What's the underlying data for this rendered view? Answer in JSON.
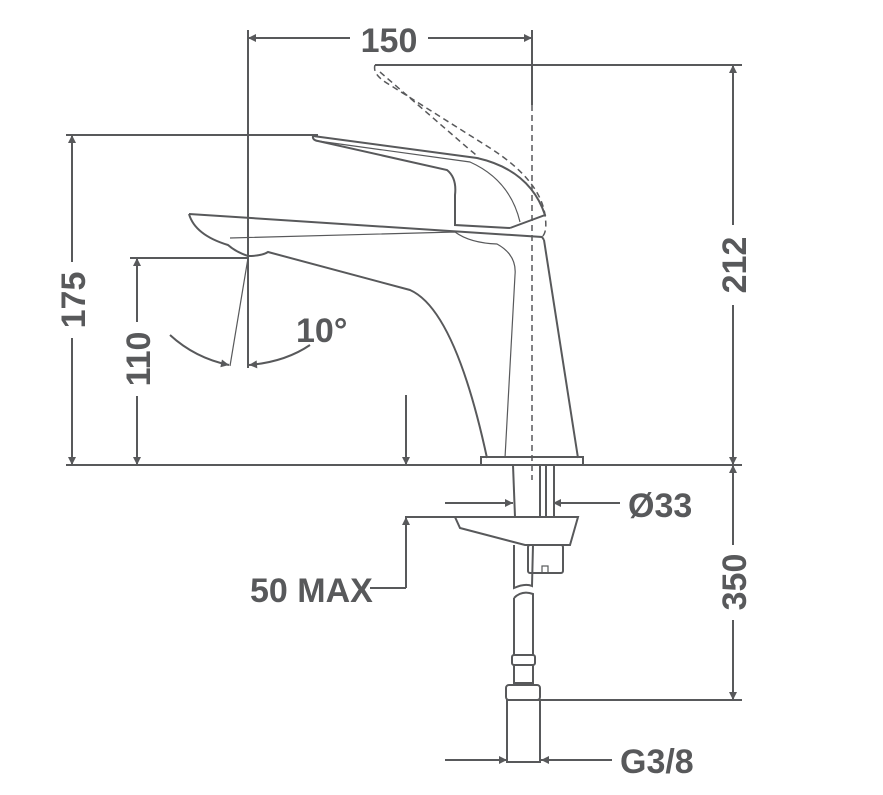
{
  "drawing": {
    "title": "Basin mixer dimension drawing",
    "color": "#58595b",
    "dimensions": {
      "width_total": "150",
      "height_lever_open": "212",
      "height_lever": "175",
      "spout_height": "110",
      "spout_angle": "10°",
      "counter_thickness": "50 MAX",
      "base_diameter": "Ø33",
      "hose_length": "350",
      "connection": "G3/8"
    }
  }
}
